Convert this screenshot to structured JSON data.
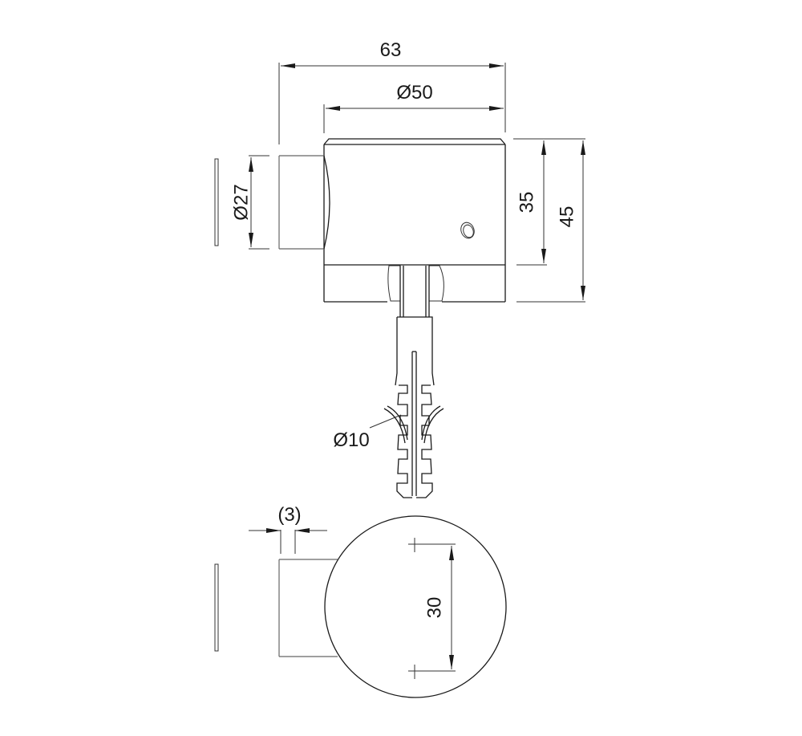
{
  "drawing": {
    "title": "Door stop technical drawing",
    "units": "mm",
    "views": [
      "side-elevation",
      "bottom-plan"
    ]
  },
  "dimensions": {
    "overall_length": "63",
    "body_diameter": "Ø50",
    "bumper_diameter": "Ø27",
    "body_height": "35",
    "overall_height": "45",
    "anchor_diameter": "Ø10",
    "bumper_offset": "(3)",
    "hole_spacing": "30"
  },
  "colors": {
    "line": "#1a1a1a",
    "background": "#ffffff"
  }
}
